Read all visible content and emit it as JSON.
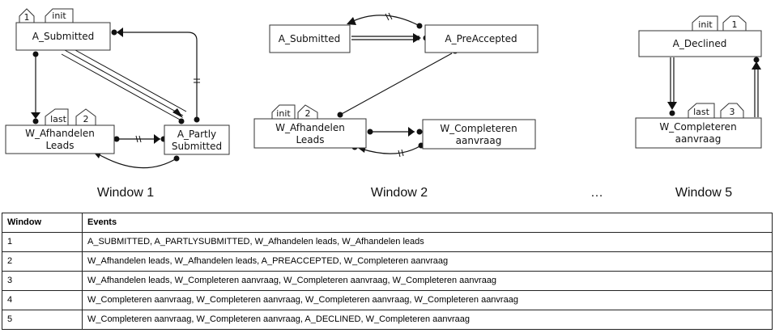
{
  "windows": [
    {
      "caption": "Window 1",
      "nodes": [
        {
          "id": "n1a",
          "label": [
            "A_Submitted"
          ],
          "tabs": [
            "1",
            "init"
          ]
        },
        {
          "id": "n1b",
          "label": [
            "W_Afhandelen",
            "Leads"
          ],
          "tabs": [
            "last",
            "2"
          ]
        },
        {
          "id": "n1c",
          "label": [
            "A_Partly",
            "Submitted"
          ],
          "tabs": []
        }
      ]
    },
    {
      "caption": "Window 2",
      "nodes": [
        {
          "id": "n2a",
          "label": [
            "A_Submitted"
          ],
          "tabs": []
        },
        {
          "id": "n2b",
          "label": [
            "A_PreAccepted"
          ],
          "tabs": []
        },
        {
          "id": "n2c",
          "label": [
            "W_Afhandelen",
            "Leads"
          ],
          "tabs": [
            "init",
            "2"
          ]
        },
        {
          "id": "n2d",
          "label": [
            "W_Completeren",
            "aanvraag"
          ],
          "tabs": []
        }
      ]
    },
    {
      "caption": "Window 5",
      "nodes": [
        {
          "id": "n5a",
          "label": [
            "A_Declined"
          ],
          "tabs": [
            "init",
            "1"
          ]
        },
        {
          "id": "n5b",
          "label": [
            "W_Completeren",
            "aanvraag"
          ],
          "tabs": [
            "last",
            "3"
          ]
        }
      ]
    }
  ],
  "ellipsis": "…",
  "table": {
    "headers": [
      "Window",
      "Events"
    ],
    "rows": [
      [
        "1",
        "A_SUBMITTED, A_PARTLYSUBMITTED, W_Afhandelen leads, W_Afhandelen leads"
      ],
      [
        "2",
        "W_Afhandelen leads, W_Afhandelen leads, A_PREACCEPTED, W_Completeren aanvraag"
      ],
      [
        "3",
        "W_Afhandelen leads, W_Completeren aanvraag, W_Completeren aanvraag, W_Completeren aanvraag"
      ],
      [
        "4",
        "W_Completeren aanvraag, W_Completeren aanvraag, W_Completeren aanvraag, W_Completeren aanvraag"
      ],
      [
        "5",
        "W_Completeren aanvraag, W_Completeren aanvraag, A_DECLINED, W_Completeren aanvraag"
      ]
    ]
  }
}
